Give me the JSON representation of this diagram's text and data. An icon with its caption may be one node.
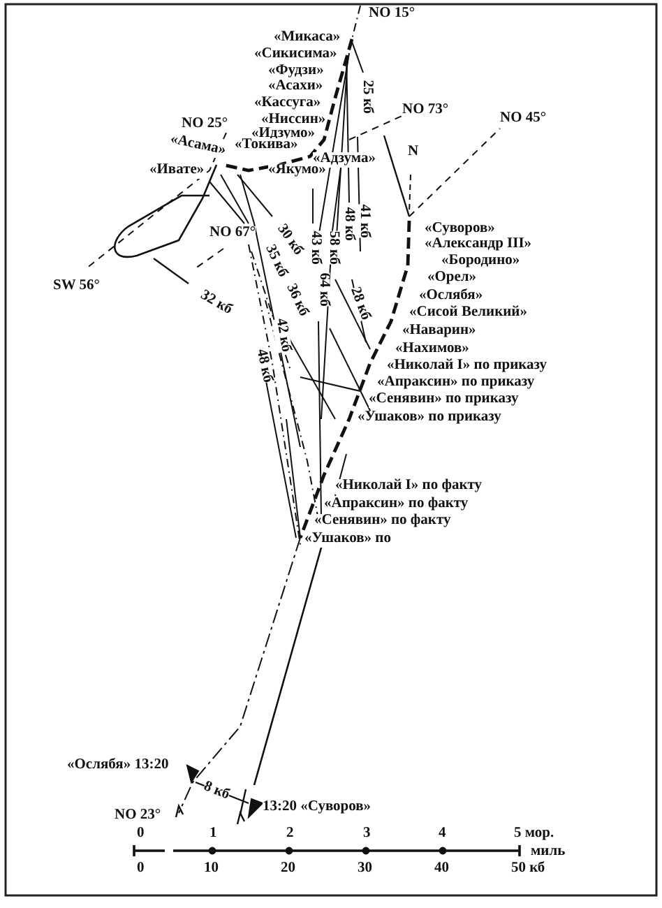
{
  "diagram": {
    "labels": [
      "NO 15°",
      "«Микаса»",
      "«Сикисима»",
      "«Фудзи»",
      "«Асахи»",
      "«Кассуга»",
      "«Ниссин»",
      "NO 73°",
      "NO 45°",
      "NO 25°",
      "«Идзумо»",
      "«Асама»",
      "«Токива»",
      "N",
      "«Адзума»",
      "«Ивате»",
      "«Якумо»",
      "25 кб",
      "NO 67°",
      "30 кб",
      "43 кб",
      "58 кб",
      "48 кб",
      "41 кб",
      "«Суворов»",
      "«Александр III»",
      "«Бородино»",
      "«Орел»",
      "SW 56°",
      "35 кб",
      "36 кб",
      "64 кб",
      "28 кб",
      "«Ослябя»",
      "«Сисой Великий»",
      "32 кб",
      "«Наварин»",
      "«Нахимов»",
      "42 кб",
      "«Николай I» по приказу",
      "48 кб",
      "«Апраксин» по приказу",
      "«Сенявин» по приказу",
      "«Ушаков» по приказу",
      "«Николай I» по факту",
      "«Апраксин» по факту",
      "«Сенявин» по факту",
      "«Ушаков» по",
      "«Ослябя» 13:20",
      "8 кб",
      "NO 23°",
      "13:20 «Суворов»",
      "0",
      "1",
      "2",
      "3",
      "4",
      "5 мор.",
      "миль",
      "0",
      "10",
      "20",
      "30",
      "40",
      "50 кб"
    ]
  }
}
